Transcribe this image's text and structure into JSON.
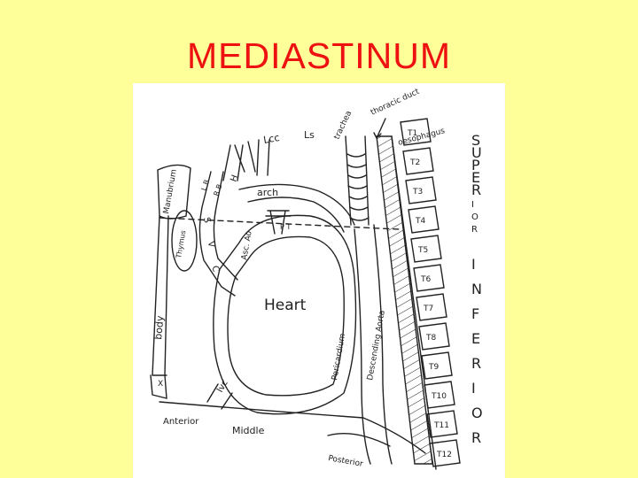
{
  "slide": {
    "title": "MEDIASTINUM"
  },
  "diagram": {
    "colors": {
      "background": "#ffff99",
      "title": "#ee1111",
      "ink": "#222222"
    },
    "vessels": {
      "lcc": "Lcc",
      "ls": "Ls",
      "trachea": "trachea",
      "thoracic_duct": "thoracic duct",
      "oesophagus": "oesophagus",
      "arch": "arch",
      "asc_ao": "Asc. Ao",
      "desc_aorta": "Descending Aorta",
      "pt": "P T",
      "ivc": "Ivc",
      "svc": "S V C"
    },
    "structures": {
      "manubrium": "Manubrium",
      "thymus": "Thymus",
      "body": "body",
      "heart": "Heart",
      "pericardium": "Pericardium",
      "x": "X",
      "lb": "L B",
      "rb": "R B",
      "h": "H"
    },
    "regions": {
      "anterior": "Anterior",
      "middle": "Middle",
      "posterior": "Posterior"
    },
    "side_words": {
      "superior": [
        "S",
        "U",
        "P",
        "E",
        "R",
        "I",
        "O",
        "R"
      ],
      "inferior": [
        "I",
        "N",
        "F",
        "E",
        "R",
        "I",
        "O",
        "R"
      ]
    },
    "vertebrae": [
      "T1",
      "T2",
      "T3",
      "T4",
      "T5",
      "T6",
      "T7",
      "T8",
      "T9",
      "T10",
      "T11",
      "T12"
    ]
  }
}
